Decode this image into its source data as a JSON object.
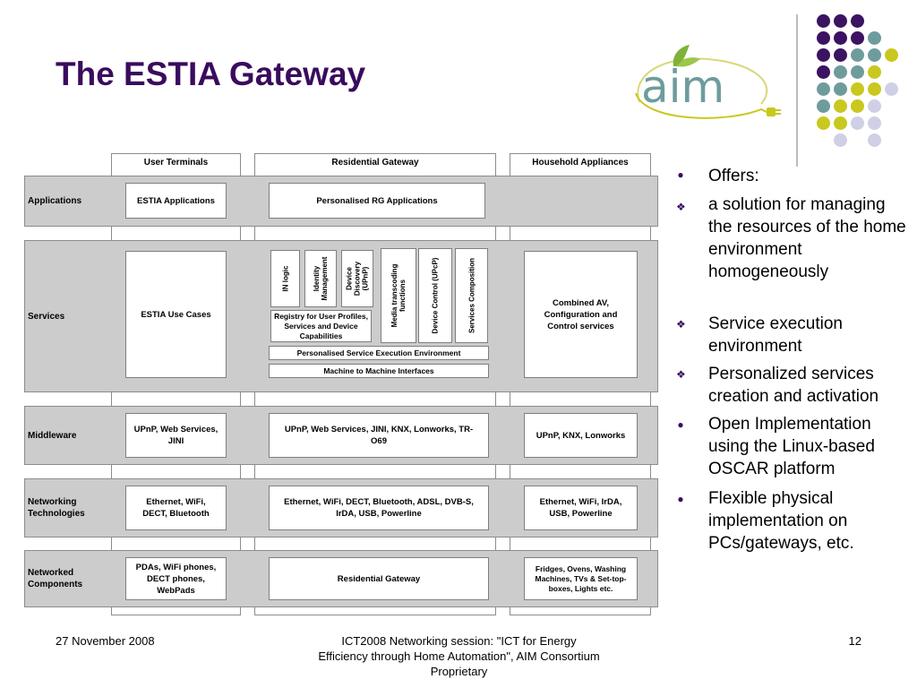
{
  "slide": {
    "title": "The ESTIA Gateway",
    "logo_text": "aim"
  },
  "colors": {
    "title": "#3a0b5e",
    "dot_purple": "#3b1362",
    "dot_teal": "#6e9c9c",
    "dot_lime": "#c8c81e",
    "dot_lavender": "#cfcfe6",
    "band_gray": "#cccccc",
    "logo_green": "#7fb23a"
  },
  "diagram": {
    "columns": [
      "User Terminals",
      "Residential Gateway",
      "Household Appliances"
    ],
    "rows": {
      "applications": "Applications",
      "services": "Services",
      "middleware": "Middleware",
      "networking": "Networking Technologies",
      "components": "Networked Components"
    },
    "boxes": {
      "estia_apps": "ESTIA Applications",
      "rg_apps": "Personalised RG Applications",
      "estia_use_cases": "ESTIA Use Cases",
      "in_logic": "IN logic",
      "identity": "Identity Management",
      "device_discovery": "Device Discovery (UPnP)",
      "media": "Media transcoding functions",
      "device_control": "Device Control (UPcP)",
      "services_comp": "Services Composition",
      "registry": "Registry for User Profiles, Services and Device Capabilities",
      "pse": "Personalised Service Execution Environment",
      "m2m": "Machine to Machine Interfaces",
      "combined_av": "Combined AV, Configuration and Control services",
      "mw_ut": "UPnP, Web Services, JINI",
      "mw_rg": "UPnP, Web Services, JINI, KNX, Lonworks, TR-O69",
      "mw_ha": "UPnP, KNX, Lonworks",
      "net_ut": "Ethernet, WiFi, DECT, Bluetooth",
      "net_rg": "Ethernet, WiFi, DECT, Bluetooth, ADSL, DVB-S, IrDA, USB, Powerline",
      "net_ha": "Ethernet, WiFi, IrDA, USB, Powerline",
      "comp_ut": "PDAs, WiFi phones, DECT phones, WebPads",
      "comp_rg": "Residential Gateway",
      "comp_ha": "Fridges, Ovens, Washing Machines, TVs & Set-top-boxes, Lights etc."
    }
  },
  "bullets": [
    {
      "marker": "●",
      "text": "Offers:"
    },
    {
      "marker": "❖",
      "text": "a solution for managing the resources of the home environment homogeneously"
    },
    {
      "marker": "❖",
      "text": "Service execution environment"
    },
    {
      "marker": "❖",
      "text": "Personalized services creation and activation"
    },
    {
      "marker": "●",
      "text": "Open Implementation using the Linux-based OSCAR platform"
    },
    {
      "marker": "●",
      "text": "Flexible physical implementation on PCs/gateways, etc."
    }
  ],
  "footer": {
    "date": "27 November 2008",
    "center": "ICT2008 Networking session: \"ICT for Energy Efficiency through Home Automation\", AIM Consortium Proprietary",
    "page": "12"
  }
}
